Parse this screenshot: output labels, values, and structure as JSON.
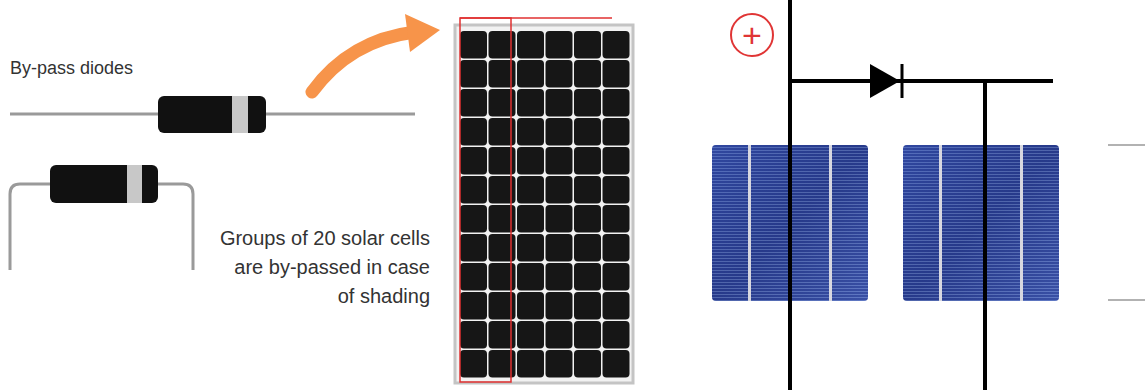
{
  "diagram": {
    "nodes": [
      {
        "text": [
          "+"
        ]
      }
    ],
    "labels": [
      "By-pass diodes",
      "Groups of 20 solar cells are by-passed in case of shading"
    ]
  }
}
